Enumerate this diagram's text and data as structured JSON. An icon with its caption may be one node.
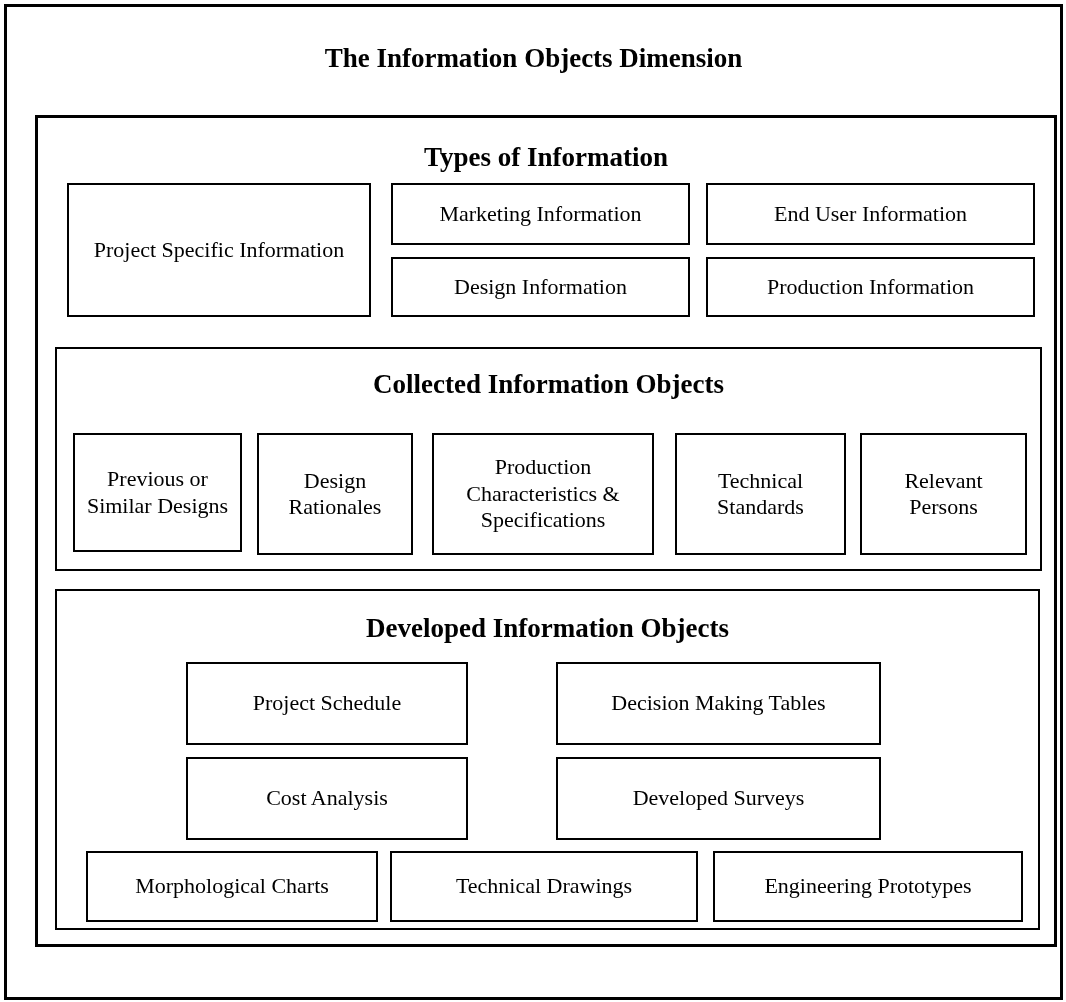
{
  "diagram": {
    "nodes": [
      {
        "text": [
          "The Information Objects Dimension"
        ]
      },
      {
        "text": [
          "Types of Information"
        ],
        "in": 0
      },
      {
        "text": [
          "Project Specific Information"
        ],
        "in": 1
      },
      {
        "text": [
          "Marketing Information"
        ],
        "in": 1
      },
      {
        "text": [
          "End User Information"
        ],
        "in": 1
      },
      {
        "text": [
          "Design Information"
        ],
        "in": 1
      },
      {
        "text": [
          "Production Information"
        ],
        "in": 1
      },
      {
        "text": [
          "Collected Information Objects"
        ],
        "in": 1
      },
      {
        "text": [
          "Previous or Similar Designs"
        ],
        "in": 7
      },
      {
        "text": [
          "Design Rationales"
        ],
        "in": 7
      },
      {
        "text": [
          "Production Characteristics & Specifications"
        ],
        "in": 7
      },
      {
        "text": [
          "Technical Standards"
        ],
        "in": 7
      },
      {
        "text": [
          "Relevant Persons"
        ],
        "in": 7
      },
      {
        "text": [
          "Developed Information Objects"
        ],
        "in": 1
      },
      {
        "text": [
          "Project Schedule"
        ],
        "in": 13
      },
      {
        "text": [
          "Decision Making Tables"
        ],
        "in": 13
      },
      {
        "text": [
          "Cost Analysis"
        ],
        "in": 13
      },
      {
        "text": [
          "Developed Surveys"
        ],
        "in": 13
      },
      {
        "text": [
          "Morphological Charts"
        ],
        "in": 13
      },
      {
        "text": [
          "Technical Drawings"
        ],
        "in": 13
      },
      {
        "text": [
          "Engineering Prototypes"
        ],
        "in": 13
      }
    ]
  }
}
